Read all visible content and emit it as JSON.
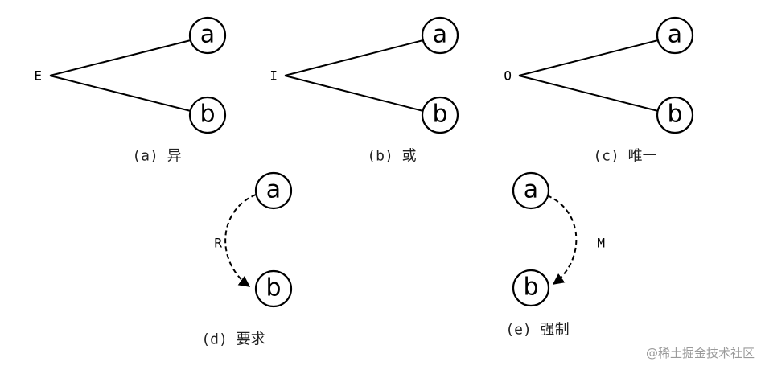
{
  "diagrams": [
    {
      "root_label": "E",
      "node_a": "a",
      "node_b": "b",
      "caption": "(a) 异"
    },
    {
      "root_label": "I",
      "node_a": "a",
      "node_b": "b",
      "caption": "(b) 或"
    },
    {
      "root_label": "O",
      "node_a": "a",
      "node_b": "b",
      "caption": "(c) 唯一"
    },
    {
      "edge_label": "R",
      "node_a": "a",
      "node_b": "b",
      "caption": "(d) 要求"
    },
    {
      "edge_label": "M",
      "node_a": "a",
      "node_b": "b",
      "caption": "(e) 强制"
    }
  ],
  "watermark": "@稀土掘金技术社区"
}
